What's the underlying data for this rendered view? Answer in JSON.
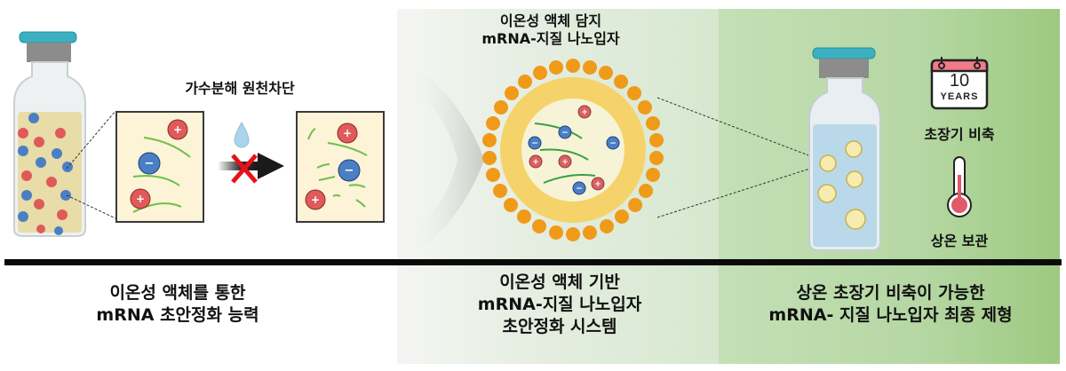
{
  "panels": [
    {
      "id": "left",
      "caption_lines": [
        "이온성 액체를 통한",
        "mRNA 초안정화 능력"
      ],
      "diagram_label": "가수분해 원천차단",
      "elements": [
        "vial-with-ions",
        "zoom-box-intact-mrna",
        "water-drop",
        "blocked-arrow",
        "zoom-box-degraded-mrna"
      ]
    },
    {
      "id": "middle",
      "title_lines": [
        "이온성 액체 담지",
        "mRNA-지질 나노입자"
      ],
      "caption_lines": [
        "이온성 액체 기반",
        "mRNA-지질 나노입자",
        "초안정화 시스템"
      ],
      "elements": [
        "lipid-nanoparticle"
      ]
    },
    {
      "id": "right",
      "caption_lines": [
        "상온 초장기 비축이 가능한",
        "mRNA- 지질 나노입자 최종 제형"
      ],
      "calendar": {
        "number": "10",
        "unit": "YEARS"
      },
      "label_storage": "초장기 비축",
      "label_temperature": "상온 보관",
      "elements": [
        "vial-with-nanoparticles",
        "calendar-icon",
        "thermometer-icon"
      ]
    }
  ],
  "colors": {
    "cation": "#e05a5a",
    "anion": "#4a7fc4",
    "mrna": "#6cc04a",
    "lipid_head": "#f09a1a",
    "lipid_tail": "#f5d36a",
    "cap": "#3bb0c0",
    "divider": "#0a0a0a",
    "cross": "#e8111a"
  },
  "symbols": {
    "plus": "+",
    "minus": "−"
  }
}
